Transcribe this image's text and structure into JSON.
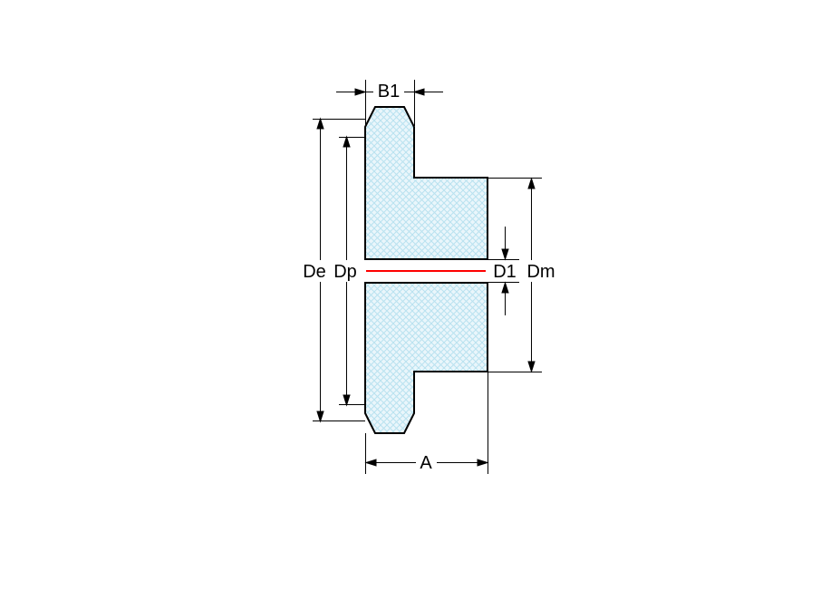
{
  "diagram": {
    "labels": {
      "tooth_width": "B1",
      "outer_diameter": "De",
      "pitch_diameter": "Dp",
      "bore_diameter": "D1",
      "hub_diameter": "Dm",
      "overall_width": "A"
    },
    "colors": {
      "outline": "#000000",
      "dimension_lines": "#000000",
      "centerline_red": "#fe0000",
      "fill_base": "#eaf6fb",
      "fill_hatch": "#b9e2f0",
      "background": "#ffffff"
    }
  }
}
